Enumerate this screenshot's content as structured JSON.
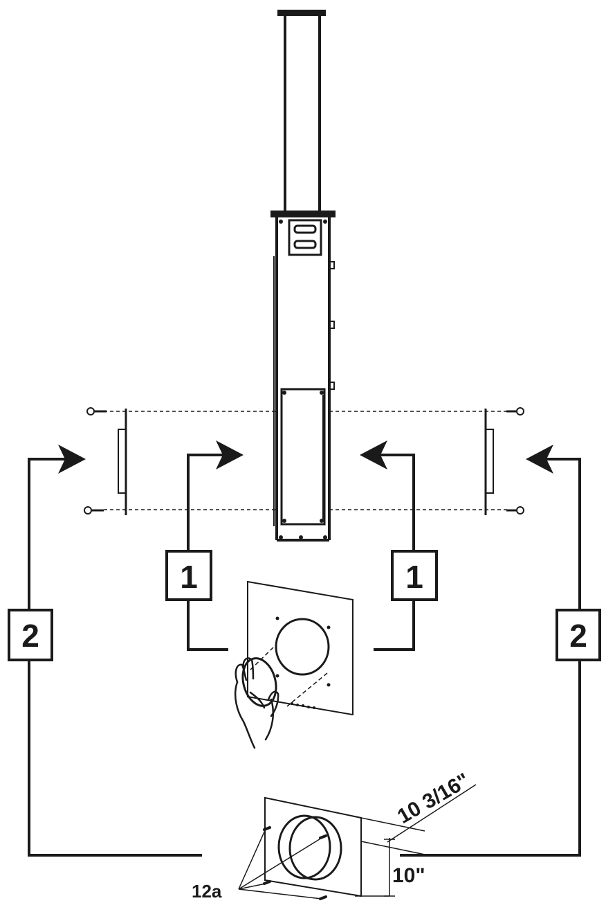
{
  "steps": {
    "step1_left": "1",
    "step1_right": "1",
    "step2_left": "2",
    "step2_right": "2"
  },
  "dimensions": {
    "width": "10\"",
    "depth": "10 3/16\""
  },
  "callouts": {
    "part_label": "12a"
  },
  "colors": {
    "line": "#1a1a1a",
    "background": "#ffffff"
  }
}
